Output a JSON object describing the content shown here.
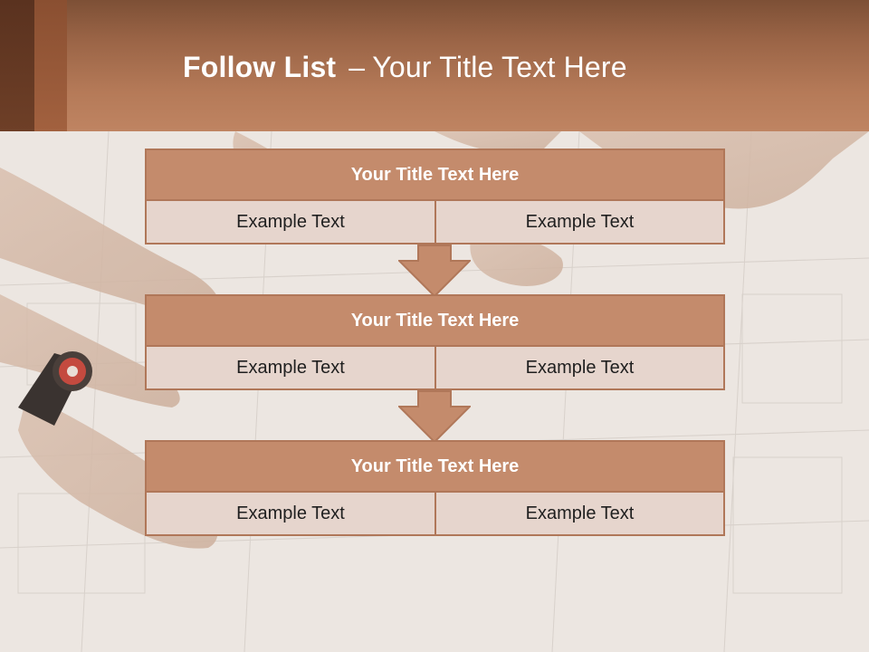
{
  "header": {
    "title_bold": "Follow List",
    "title_sep": "–",
    "title_rest": "Your Title Text Here"
  },
  "boxes": [
    {
      "title": "Your Title Text Here",
      "left": "Example Text",
      "right": "Example Text"
    },
    {
      "title": "Your Title Text Here",
      "left": "Example Text",
      "right": "Example Text"
    },
    {
      "title": "Your Title Text Here",
      "left": "Example Text",
      "right": "Example Text"
    }
  ],
  "colors": {
    "header": "#b57a58",
    "box_head": "#c48b6c",
    "box_body": "#e6d5cd",
    "border": "#b07759"
  }
}
